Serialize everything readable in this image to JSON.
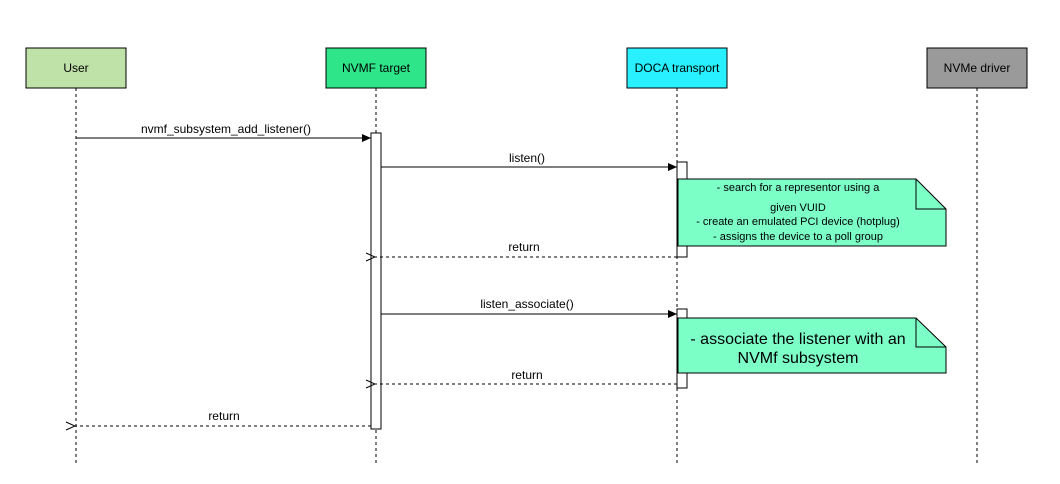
{
  "participants": [
    {
      "name": "User",
      "color": "#bfe2a8"
    },
    {
      "name": "NVMF target",
      "color": "#2ee58a"
    },
    {
      "name": "DOCA transport",
      "color": "#28f0ff"
    },
    {
      "name": "NVMe driver",
      "color": "#9a9a9a"
    }
  ],
  "messages": {
    "add_listener": "nvmf_subsystem_add_listener()",
    "listen": "listen()",
    "return1": "return",
    "listen_associate": "listen_associate()",
    "return2": "return",
    "return3": "return"
  },
  "notes": {
    "note1": {
      "lines": [
        "- search for a representor using a",
        "given VUID",
        "- create an emulated PCI device (hotplug)",
        "- assigns the device to a poll group"
      ],
      "color": "#7dffc8"
    },
    "note2": {
      "lines": [
        "- associate the listener with an",
        "NVMf subsystem"
      ],
      "color": "#7dffc8"
    }
  }
}
